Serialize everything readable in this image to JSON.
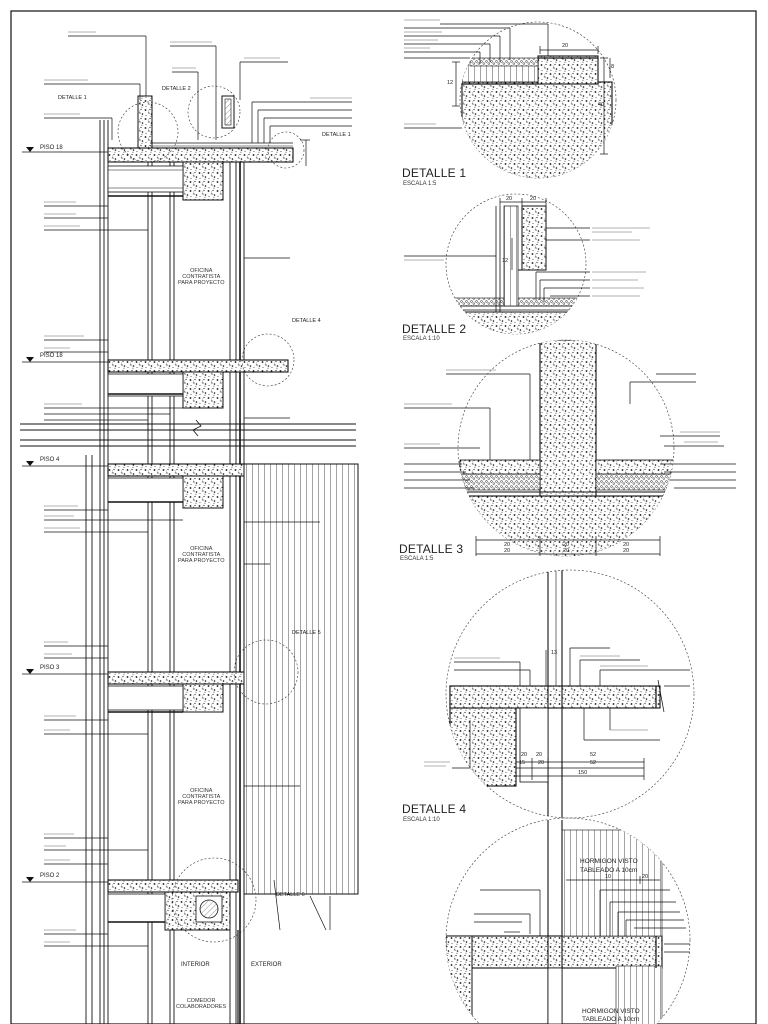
{
  "sheet": {
    "details": [
      {
        "title": "DETALLE 1",
        "scale": "ESCALA 1:5"
      },
      {
        "title": "DETALLE 2",
        "scale": "ESCALA 1:10"
      },
      {
        "title": "DETALLE 3",
        "scale": "ESCALA 1:5"
      },
      {
        "title": "DETALLE 4",
        "scale": "ESCALA 1:10"
      }
    ],
    "section_tags": [
      "DETALLE 1",
      "DETALLE 2",
      "DETALLE 4",
      "DETALLE 5",
      "DETALLE 6",
      "DETALLE 1"
    ],
    "levels": [
      "PISO 18",
      "PISO 18",
      "PISO 4",
      "PISO 3",
      "PISO 2"
    ],
    "room_labels": [
      "OFICINA\nCONTRATISTA\nPARA PROYECTO",
      "OFICINA\nCONTRATISTA\nPARA PROYECTO",
      "OFICINA\nCONTRATISTA\nPARA PROYECTO",
      "COMEDOR\nCOLABORADORES"
    ],
    "ext_int": [
      "INTERIOR",
      "EXTERIOR"
    ],
    "detail5_note": [
      "HORMIGON VISTO",
      "TABLEADO A 10cm"
    ],
    "detail5_note_bottom": [
      "HORMIGON VISTO",
      "TABLEADO A 10cm"
    ],
    "dims": {
      "d1": [
        "20",
        "12",
        "40",
        "8"
      ],
      "d2": [
        "20",
        "20",
        "12"
      ],
      "d3": [
        "20",
        "20",
        "20",
        "20",
        "20",
        "20"
      ],
      "d4": [
        "13",
        "20",
        "20",
        "52",
        "15",
        "20",
        "52",
        "150"
      ],
      "d5": [
        "10",
        "20"
      ]
    }
  }
}
